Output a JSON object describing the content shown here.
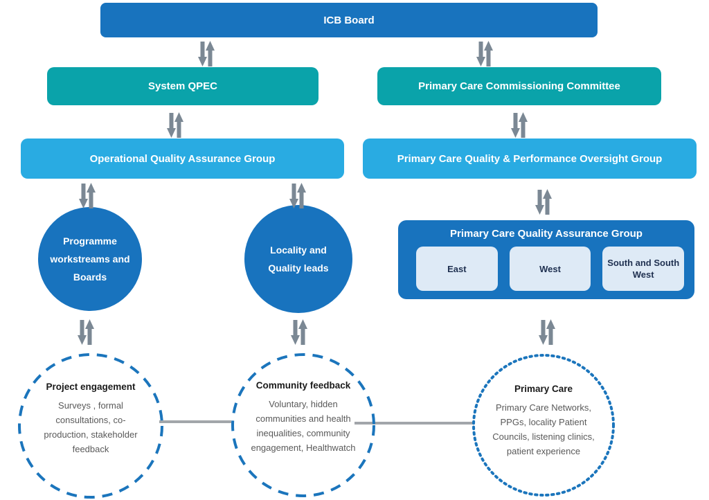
{
  "palette": {
    "dark_blue": "#1873BE",
    "teal": "#0AA3AA",
    "light_blue": "#29ABE2",
    "region_box_bg": "#DEEAF6",
    "region_box_text": "#1F3050",
    "arrow_gray": "#7B8894",
    "connector_gray": "#A2A6AA",
    "dashed_border_blue": "#1B75BC",
    "body_text_gray": "#595959"
  },
  "icons": {
    "flow": "up-down-arrows"
  },
  "nodes": {
    "icb_board": {
      "label": "ICB Board"
    },
    "system_qpec": {
      "label": "System QPEC"
    },
    "pccc": {
      "label": "Primary Care Commissioning Committee"
    },
    "oqag": {
      "label": "Operational Quality Assurance Group"
    },
    "pcqpog": {
      "label": "Primary Care Quality & Performance Oversight Group"
    },
    "programme": {
      "label": "Programme workstreams and Boards"
    },
    "locality": {
      "label": "Locality and Quality leads"
    },
    "pcqag": {
      "label": "Primary Care Quality Assurance Group",
      "regions": [
        "East",
        "West",
        "South and South West"
      ]
    },
    "project_engagement": {
      "title": "Project engagement",
      "body": "Surveys , formal consultations, co-production, stakeholder feedback"
    },
    "community_feedback": {
      "title": "Community feedback",
      "body": "Voluntary, hidden communities and health inequalities, community engagement, Healthwatch"
    },
    "primary_care": {
      "title": "Primary Care",
      "body": "Primary Care Networks, PPGs, locality Patient Councils, listening clinics, patient experience"
    }
  }
}
